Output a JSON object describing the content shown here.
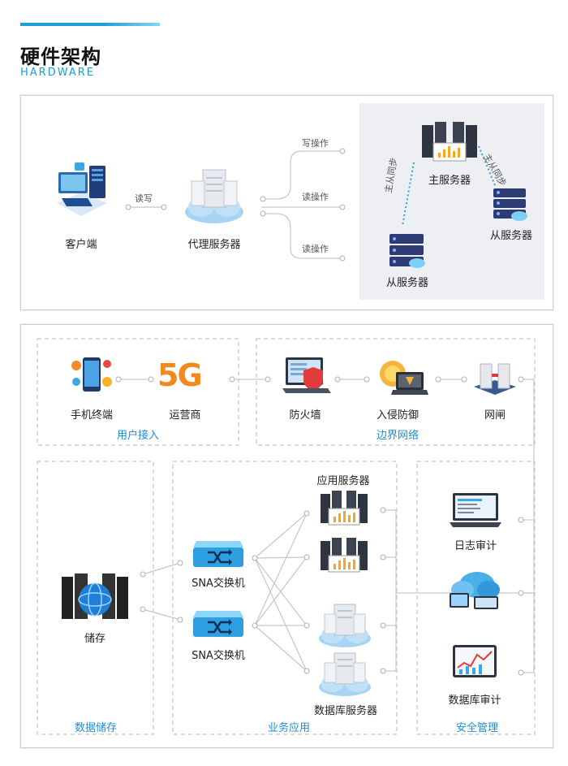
{
  "header": {
    "title": "硬件架构",
    "subtitle": "HARDWARE"
  },
  "hw": {
    "client": "客户端",
    "proxy": "代理服务器",
    "rw": "读写",
    "write_op": "写操作",
    "read_op_1": "读操作",
    "read_op_2": "读操作",
    "master": "主服务器",
    "slave_right": "从服务器",
    "slave_left": "从服务器",
    "sync_left": "主从同步",
    "sync_right": "主从同步"
  },
  "net": {
    "mobile": "手机终端",
    "carrier": "运营商",
    "firewall": "防火墙",
    "ids": "入侵防御",
    "gate": "网闸",
    "group_user": "用户接入",
    "group_border": "边界网络",
    "app_servers": "应用服务器",
    "switch_1": "SNA交换机",
    "switch_2": "SNA交换机",
    "storage": "储存",
    "db_servers": "数据库服务器",
    "log_audit": "日志审计",
    "db_audit": "数据库审计",
    "group_storage": "数据储存",
    "group_business": "业务应用",
    "group_security": "安全管理",
    "fiveg": "5G"
  }
}
